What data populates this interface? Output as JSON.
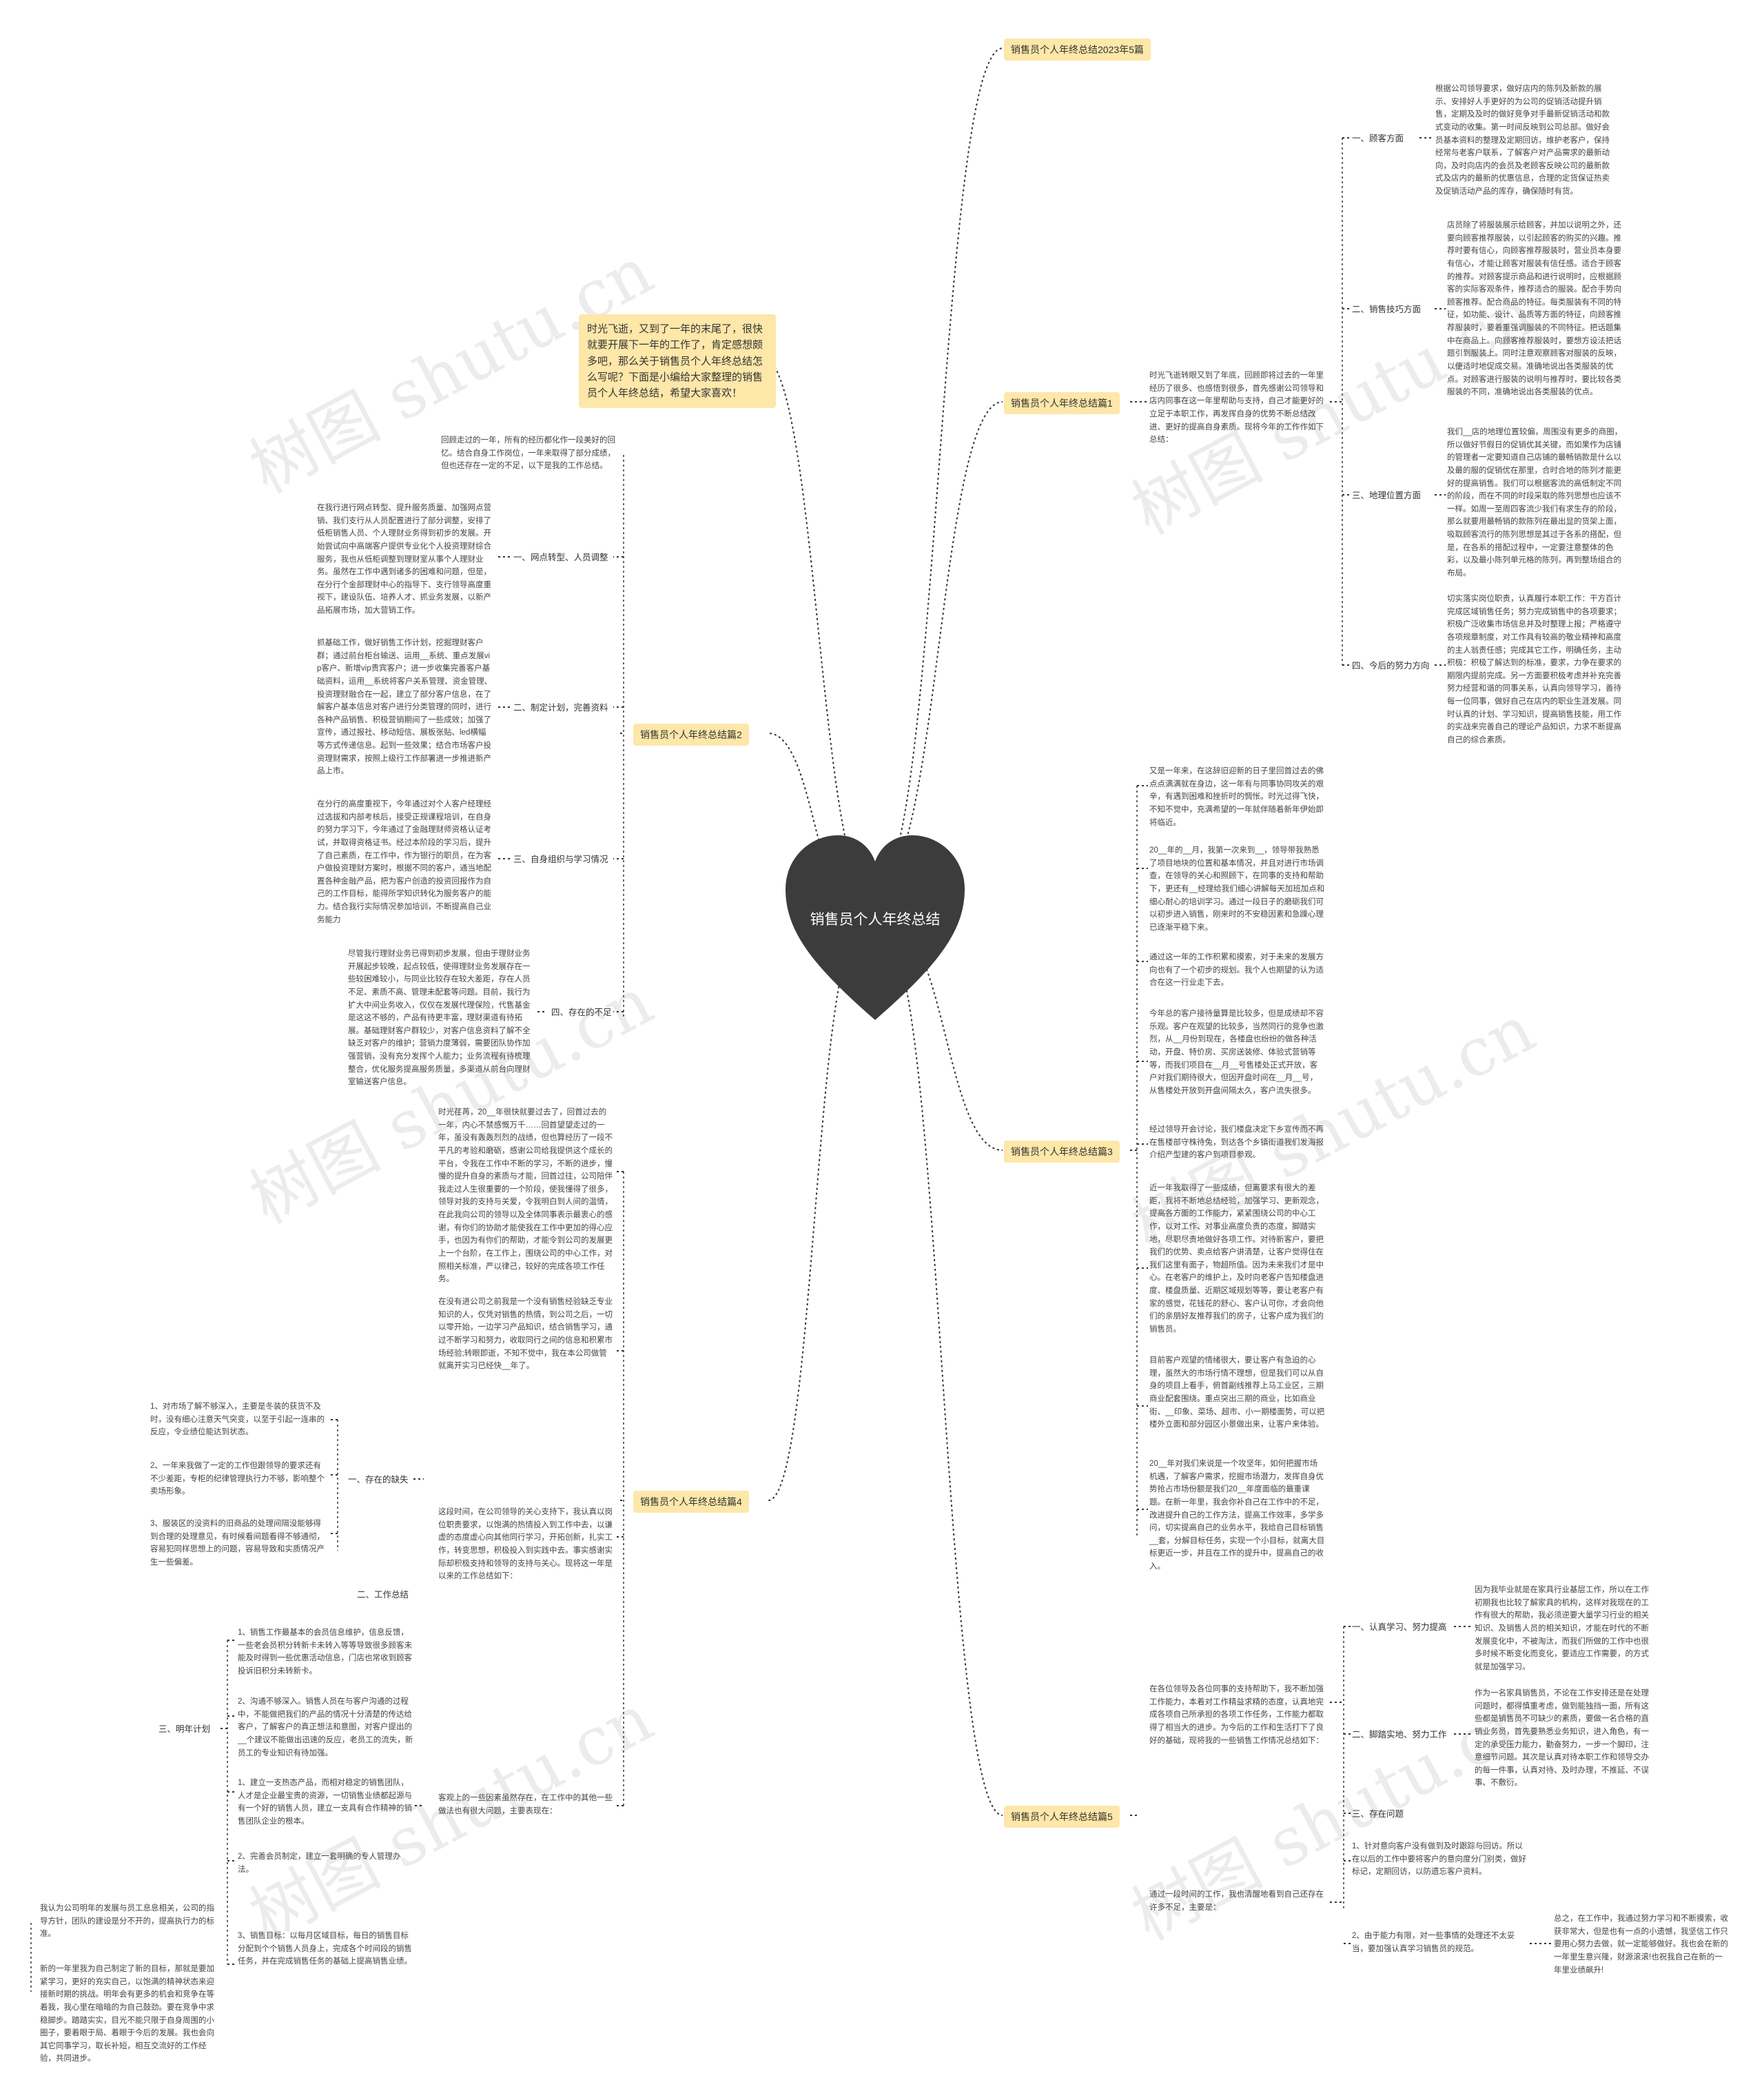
{
  "center": {
    "title": "销售员个人年终总结"
  },
  "intro": "时光飞逝，又到了一年的末尾了，很快就要开展下一年的工作了，肯定感想颇多吧，那么关于销售员个人年终总结怎么写呢？下面是小编给大家整理的销售员个人年终总结，希望大家喜欢！",
  "branches": {
    "b0": "销售员个人年终总结2023年5篇",
    "b1": "销售员个人年终总结篇1",
    "b2": "销售员个人年终总结篇2",
    "b3": "销售员个人年终总结篇3",
    "b4": "销售员个人年终总结篇4",
    "b5": "销售员个人年终总结篇5"
  },
  "p1": {
    "intro": "时光飞逝转眼又到了年底，回顾即将过去的一年里经历了很多、也感悟到很多，首先感谢公司领导和店内同事在这一年里帮助与支持，自己才能更好的立足于本职工作，再发挥自身的优势不断总结改进、更好的提高自身素质。现将今年的工作作如下总结：",
    "s1": "一、顾客方面",
    "t1": "根据公司领导要求，做好店内的陈列及新款的展示、安排好人手更好的为公司的促销活动提升销售，定期及及时的做好竞争对手最新促销活动和款式变动的收集。第一时间反映到公司总部。做好会员基本资料的整理及定期回访，维护老客户，保持经常与老客户联系，了解客户对产品需求的最新动向，及时向店内的会员及老顾客反映公司的最新款式及店内的最新的优惠信息，合理的定货保证热卖及促销活动产品的库存，确保随时有货。",
    "s2": "二、销售技巧方面",
    "t2": "店员除了将服装展示给顾客，并加以说明之外，还要向顾客推荐服装，以引起顾客的购买的兴趣。推荐时要有信心，向顾客推荐服装时，营业员本身要有信心，才能让顾客对服装有信任感。适合于顾客的推荐。对顾客提示商品和进行说明时，应根据顾客的实际客观条件，推荐适合的服装。配合手势向顾客推荐。配合商品的特征。每类服装有不同的特征，如功能、设计、品质等方面的特征，向顾客推荐服装时，要着重强调服装的不同特征。把话题集中在商品上。向顾客推荐服装时，要想方设法把话题引到服装上。同时注意观察顾客对服装的反映，以便适时地促成交易。准确地说出各类服装的优点。对顾客进行服装的说明与推荐时，要比较各类服装的不同，准确地说出各类服装的优点。",
    "s3": "三、地理位置方面",
    "t3": "我们__店的地理位置较偏，周围没有更多的商圈，所以做好节假日的促销优其关键，而如果作为店铺的管理者一定要知道自己店铺的最畅销款是什么以及最的服的促销优在那里，合时合地的陈列才能更好的提高销售。我们可以根据客流的高低制定不同的阶段，而在不同的时段采取的陈列思想也应该不一样。如周一至周四客流少我们有求生存的阶段，那么就要用最畅销的款陈列在最出显的货架上面，吸取顾客流行的陈列思想是其过于各系的搭配，但是，在各系的搭配过程中，一定要注意整体的色彩，以及最小陈列单元格的陈列，再到整场组合的布局。",
    "s4": "四、今后的努力方向",
    "t4": "切实落实岗位职责，认真履行本职工作：干方百计完成区域销售任务；努力完成销售中的各项要求；积极广泛收集市场信息并及时整理上报；严格遵守各项规章制度，对工作具有较高的敬业精神和高度的主人翁责任感；完成其它工作，明确任务，主动积极：积极了解达到的标准，要求，力争在要求的期限内提前完成。另一方面要积极考虑并补充完善努力经营和谐的同事关系，认真向领导学习，善待每一位同事，做好自己在店内的职业生涯发展。同时认真的计划、学习知识，提高销售技能，用工作的实战来完善自己的理论产品知识，力求不断提高自己的综合素质。"
  },
  "p2": {
    "intro": "回顾走过的一年，所有的经历都化作一段美好的回忆。结合自身工作岗位，一年来取得了部分成绩，但也还存在一定的不足，以下是我的工作总结。",
    "s1": "一、网点转型、人员调整",
    "t1": "在我行进行网点转型、提升服务质量、加强网点营销、我们支行从人员配置进行了部分调整，安排了低柜销售人员、个人理财业务得到初步的发展。开始尝试向中高端客户提供专业化个人投资理财综合服务，我也从低柜调整到理财室从事个人理财业务。虽然在工作中遇到诸多的困难和问题，但是，在分行个金部理财中心的指导下、支行领导高度重视下，建设队伍、培养人才、抓业务发展，以新产品拓展市场，加大营销工作。",
    "s2": "二、制定计划，完善资料",
    "t2": "抓基础工作，做好销售工作计划，挖掘理财客户群；通过前台柜台输送、运用__系统、重点发展vip客户、新增vip贵宾客户；进一步收集完善客户基础资料，运用__系统将客户关系管理、资金管理、投资理财融合在一起，建立了部分客户信息，在了解客户基本信息对客户进行分类管理的同时，进行各种产品销售、积极营销期间了一些成效；加强了宣传，通过报社、移动短信、展板张贴、led横幅等方式传递信息。起到一些效果；结合市场客户投资理财需求，按照上级行工作部署进一步推进新产品上市。",
    "s3": "三、自身组织与学习情况",
    "t3": "在分行的高度重视下，今年通过对个人客户经理经过选拔和内部考核后，接受正规课程培训，在自身的努力学习下，今年通过了金融理财师资格认证考试，并取得资格证书。经过本阶段的学习后，提升了自己素质，在工作中，作为银行的职员，在为客户做投资理财方案时，根据不同的客户，通当地配置各种金融产品，把为客户创造的投资回报作为自己的工作目标，能得所学知识转化为服务客户的能力。结合我行实际情况参加培训，不断提高自己业务能力",
    "s4": "四、存在的不足",
    "t4": "尽管我行理财业务已得到初步发展，但由于理财业务开展起步较晚，起点较低，使得理财业务发展存在一些较困难较小，与同业比较存在较大差距，存在人员不足、素质不高、管理未配套等问题。目前，我行为扩大中间业务收入，仅仅在发展代理保险，代售基金是这这不够的，产品有待更丰富，理财渠道有待拓展。基础理财客户群较少，对客户信息资料了解不全缺乏对客户的维护；营销力度薄弱，需要团队协作加强营销，没有充分发挥个人能力；业务流程有待梳理整合，优化服务提高服务质量，多渠道从前台向理财室输送客户信息。"
  },
  "p3": {
    "t1": "又是一年来，在这辞旧迎新的日子里回首过去的佛点点满满就在身边，这一年有与同事协同攻关的艰辛，有遇到困难和挫折时的惆怅。时光过得飞快，不知不觉中，充满希望的一年就伴随着新年伊始即将临近。",
    "t2": "20__年的__月，我第一次来到__，领导带我熟悉了项目地块的位置和基本情况，并且对进行市场调查，在领导的关心和照顾下，在同事的支持和帮助下，更还有__经理给我们细心讲解每天加班加点和细心耐心的培训学习。通过一段日子的磨砺我们可以初步进入销售，刚来时的不安稳因素和急躁心理已逐渐平稳下来。",
    "t3": "通过这一年的工作积累和摸索，对于未来的发展方向也有了一个初步的规划。我个人也期望的认为适合在这一行业走下去。",
    "t4": "今年总的客户接待量算是比较多，但是成绩却不容乐观。客户在观望的比较多，当然同行的竞争也激烈，从__月份到现在，各楼盘也纷纷的做各种活动，开盘、特价房、买房送装修、体验式营销等等，而我们项目在__月__号售楼处正式开放，客户对我们期待很大，但因开盘时间在__月__号，从售楼处开放到开盘间隔太久，客户流失很多。",
    "t5": "经过领导开会讨论，我们楼盘决定下乡宣传而不再在售楼部守株待兔，到达各个乡镇街道我们发海报介绍产型建的客户到项目参观。",
    "t6": "近一年我取得了一些成绩，但离要求有很大的差距，我将不断地总结经验，加强学习、更新观念，提高各方面的工作能力，紧紧围绕公司的中心工作，以对工作、对事业高度负责的态度，脚踏实地，尽职尽责地做好各项工作。对待新客户，要把我们的优势、卖点给客户讲清楚，让客户觉得住在我们这里有面子，物超所值。因为未来我们才是中心。在老客户的维护上，及时向老客户告知楼盘进度、楼盘质量、近期区域规划等等，要让老客户有家的感觉，花钱花的舒心、客户认可你，才会向他们的亲朋好友推荐我们的房子，让客户成为我们的销售员。",
    "t7": "目前客户观望的情绪很大，要让客户有急迫的心理，虽然大的市场行情不理想，但是我们可以从自身的项目上看手，俯首副线推荐上马工业区，三期商业配套围绕。重点突出三期的商业，比如商业街、__印象、菜场、超市、小一期楼面势，可以把楼外立面和部分园区小景做出来，让客户来体验。",
    "t8": "20__年对我们来说是一个攻坚年，如何把握市场机遇，了解客户需求，挖掘市场潜力，发挥自身优势抢占市场份额是我们20__年度面临的最重课题。在新一年里，我会你补自己在工作中的不足，改进提升自己的工作方法，提高工作效率，多学多问，切实提高自己的业务水平，我给自己目标销售__套，分解目标任务，实现一个小目标，就离大目标更近一步，并且在工作的提升中，提高自己的收入。"
  },
  "p4": {
    "t1": "时光荏苒，20__年很快就要过去了，回首过去的一年，内心不禁感慨万千……回首望望走过的一年，虽没有轰轰烈烈的战绩，但也算经历了一段不平凡的考验和磨砺，感谢公司给我提供这个成长的平台，令我在工作中不断的学习，不断的进步，慢慢的提升自身的素质与才能，回首过往，公司陪伴我走过人生很重要的一个阶段，使我懂得了很多，领导对我的支持与关爱，令我明白到人间的温情，在此我向公司的领导以及全体同事表示最衷心的感谢，有你们的协助才能使我在工作中更加的得心应手，也因为有你们的帮助，才能令到公司的发展更上一个台阶，在工作上，围绕公司的中心工作，对照相关标准，严以律己，较好的完成各项工作任务。",
    "t2": "在没有进公司之前我是一个没有销售经验缺乏专业知识的人，仅凭对销售的热情，到公司之后，一切以零开始，一边学习产品知识，结合销售学习，通过不断学习和努力，收取同行之间的信息和积累市场经验;转眼即逝，不知不觉中，我在本公司做管就离开实习已经快__年了。",
    "t3": "这段时间，在公司领导的关心支持下，我认真以岗位职责要求，以饱满的热情投入到工作中去，以谦虚的态度虚心向其他同行学习，开拓创新，扎实工作，转变思想，积极投入到实践中去。事实感谢实际却积极支持和领导的支持与关心。现将这一年是以来的工作总结如下：",
    "s1": "一、存在的缺失",
    "l1": "1、对市场了解不够深入，主要是冬装的获货不及时，没有细心注意天气突变，以至于引起一连串的反应，令业绩位能达到状态。",
    "l2": "2、一年来我做了一定的工作但跟领导的要求还有不少差距，专柜的纪律管理执行力不够，影响整个卖场形象。",
    "l3": "3、服装区的没资料的旧商品的处理间隔没能够得到合理的处理意见，有时候看间题看得不够通彻，容易犯同样思想上的问题，容易导致和实质情况产生一些偏差。",
    "s2": "二、工作总结",
    "t4": "客观上的一些因素虽然存在，在工作中的其他一些做法也有很大问题，主要表现在：",
    "m1": "1、销售工作最基本的会员信息维护，信息反馈，一些老会员积分转新卡未转入等等导致很多顾客未能及时得到一些优惠活动信息，门店也常收到顾客投诉旧积分未转新卡。",
    "m2": "2、沟通不够深入。销售人员在与客户沟通的过程中，不能做把我们的产品的情况十分清楚的传达给客户，了解客户的真正想法和意图，对客户提出的__个建议不能做出迅速的反应，老员工的流失，新员工的专业知识有待加强。",
    "m3": "1、建立一支热态产品，而相对稳定的销售团队，人才是企业最宝贵的资源，一切销售业绩都起源与有一个好的销售人员，建立一支具有合作精神的销售团队企业的根本。",
    "m4": "2、完善会员制定，建立一套明确的专人管理办法。",
    "m5": "3、销售目标：以每月区域目标，每日的销售目标分配到个个销售人员身上，完成各个时间段的销售任务，并在完成销售任务的基础上提高销售业绩。",
    "s3": "三、明年计划",
    "c1": "我认为公司明年的发展与员工息息相关，公司的指导方针，团队的建设是分不开的，提高执行力的标准。",
    "c2": "新的一年里我为自己制定了新的目标，那就是要加紧学习，更好的充实自己，以饱满的精神状态来迎接新时期的挑战。明年会有更多的机会和竞争在等着我，我心里在暗暗的为自己鼓劲。要在竞争中求稳脚步。踏踏实实，目光不能只限于自身周围的小圈子，要着眼于局、着眼于今后的发展。我也会向其它同事学习，取长补短，相互交流好的工作经验，共同进步。"
  },
  "p5": {
    "intro": "在各位领导及各位同事的支持帮助下，我不断加强工作能力，本着对工作精益求精的态度，认真地完成各项自己所承担的各项工作任务，工作能力都取得了相当大的进步。为今后的工作和生活打下了良好的基础，现将我的一些销售工作情况总结如下：",
    "s1": "一、认真学习、努力提高",
    "t1": "因为我毕业就是在家具行业基层工作，所以在工作初期我也比较了解家具的机构，这样对我现在的工作有很大的帮助，我必须逆要大量学习行业的相关知识、及销售人员的相关知识，才能在时代的不断发展变化中，不被淘汰，而我们所做的工作中也很多时候不断变化而变化，要适应工作需要，的方式就是加强学习。",
    "s2": "二、脚踏实地、努力工作",
    "t2": "作为一名家具销售员，不论在工作安排还是在处理问题时，都得慎重考虑，做到能独挡一面，所有这些都是销售员不可缺少的素质，要做一名合格的直销业务员，首先要熟悉业务知识，进入角色，有一定的承受压力能力，勤奋努力，一步一个脚印，注意细节问题。其次是认真对待本职工作和领导交办的每一件事，认真对待、及时办理，不推延、不误事、不敷衍。",
    "s3": "三、存在问题",
    "t3": "通过一段时间的工作，我也清醒地看到自己还存在许多不足，主要是：",
    "n1": "1、针对意向客户没有做到及时跟踪与回访。所以在以后的工作中要将客户的意向度分门别类，做好标记，定期回访，以防遗忘客户资料。",
    "n2": "2、由于能力有限，对一些事情的处理还不太妥当，要加强认真学习销售员的规范。",
    "n3": "总之，在工作中，我通过努力学习和不断摸索，收获非常大，但是也有一点的小遗憾，我坚信工作只要用心努力去做，就一定能够做好。我也会在新的一年里生意兴隆，财源滚滚!也祝我自己在新的一年里业绩飙升!"
  },
  "watermark": "树图 shutu.cn",
  "colors": {
    "branch_bg": "#fde7a9",
    "heart": "#3c3c3c",
    "line": "#333333"
  }
}
